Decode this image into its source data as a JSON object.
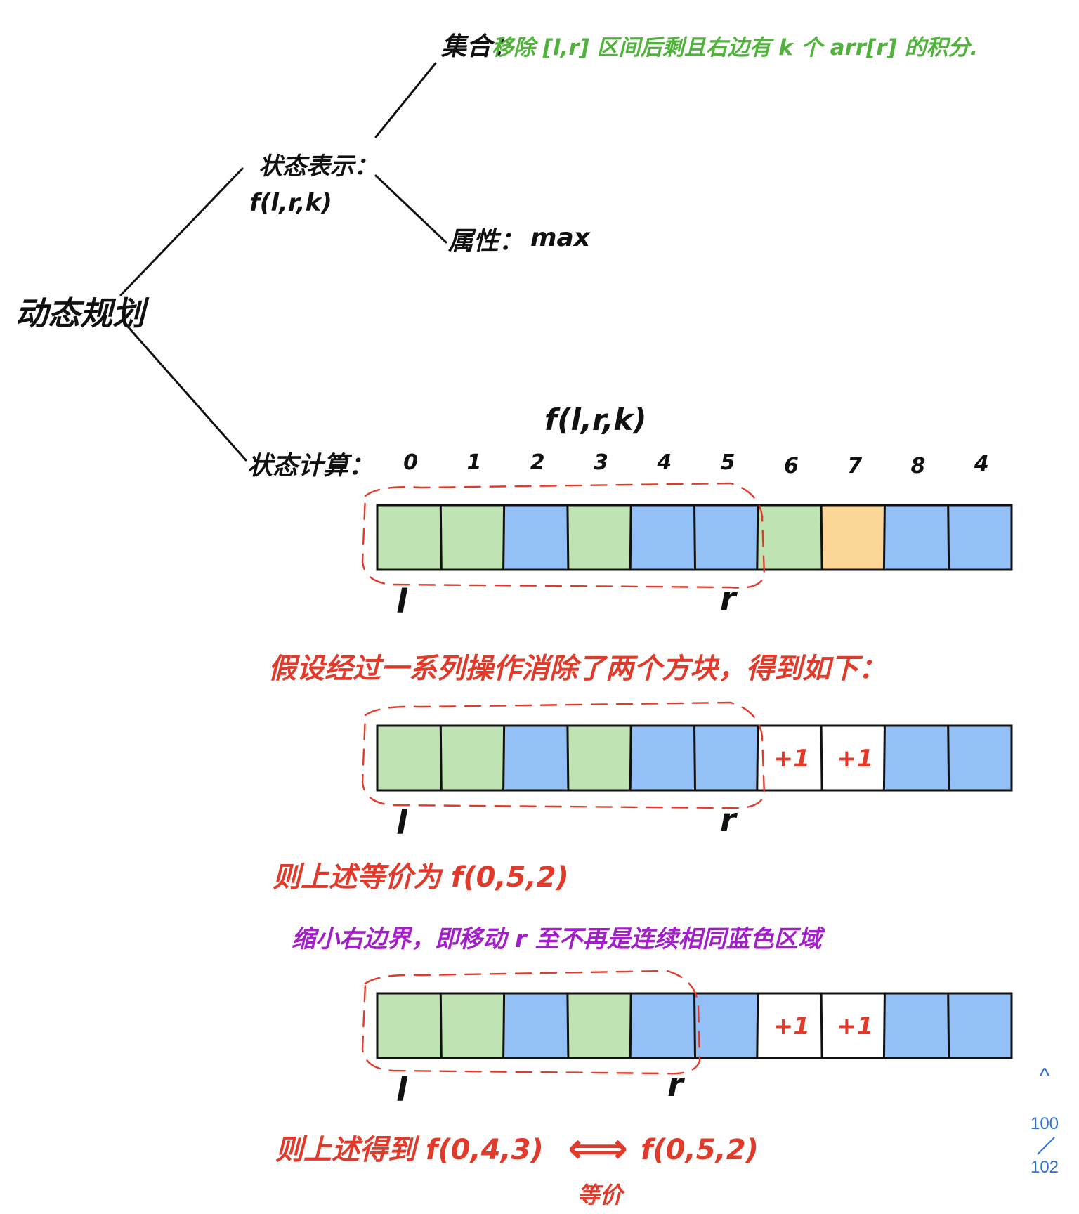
{
  "root": {
    "label": "动态规划"
  },
  "state_repr": {
    "label": "状态表示：",
    "formula": "f(l,r,k)",
    "set": {
      "label": "集合：",
      "text": "移除 [l,r] 区间后剩且右边有 k 个 arr[r] 的积分."
    },
    "attr": {
      "label": "属性：",
      "text": "max"
    }
  },
  "state_calc": {
    "label": "状态计算：",
    "formula": "f(l,r,k)",
    "indices": [
      "0",
      "1",
      "2",
      "3",
      "4",
      "5",
      "6",
      "7",
      "8",
      "4"
    ],
    "row1": {
      "colors": [
        "green",
        "green",
        "blue",
        "green",
        "blue",
        "blue",
        "green",
        "orange",
        "blue",
        "blue"
      ],
      "marks": [
        "",
        "",
        "",
        "",
        "",
        "",
        "",
        "",
        "",
        ""
      ],
      "l_label": "l",
      "r_label": "r"
    },
    "caption1": "假设经过一系列操作消除了两个方块，得到如下：",
    "row2": {
      "colors": [
        "green",
        "green",
        "blue",
        "green",
        "blue",
        "blue",
        "white",
        "white",
        "blue",
        "blue"
      ],
      "marks": [
        "",
        "",
        "",
        "",
        "",
        "",
        "+1",
        "+1",
        "",
        ""
      ],
      "l_label": "l",
      "r_label": "r"
    },
    "caption2": "则上述等价为 f(0,5,2)",
    "caption3": "缩小右边界，即移动 r 至不再是连续相同蓝色区域",
    "row3": {
      "colors": [
        "green",
        "green",
        "blue",
        "green",
        "blue",
        "blue",
        "white",
        "white",
        "blue",
        "blue"
      ],
      "marks": [
        "",
        "",
        "",
        "",
        "",
        "",
        "+1",
        "+1",
        "",
        ""
      ],
      "l_label": "l",
      "r_label": "r"
    },
    "caption4": {
      "left": "则上述得到 f(0,4,3)",
      "arrow": "⟺",
      "right": "f(0,5,2)",
      "under": "等价"
    }
  },
  "pager": {
    "up_icon": "^",
    "current": "100",
    "total": "102"
  },
  "palette": {
    "green": "#bfe3b2",
    "blue": "#93c0f7",
    "orange": "#fcd697",
    "white": "#ffffff",
    "ink": "#111111",
    "red_ink": "#e13a2a",
    "green_ink": "#4fb33b",
    "purple_ink": "#a21ec9",
    "nav_blue": "#2d6fd6"
  }
}
